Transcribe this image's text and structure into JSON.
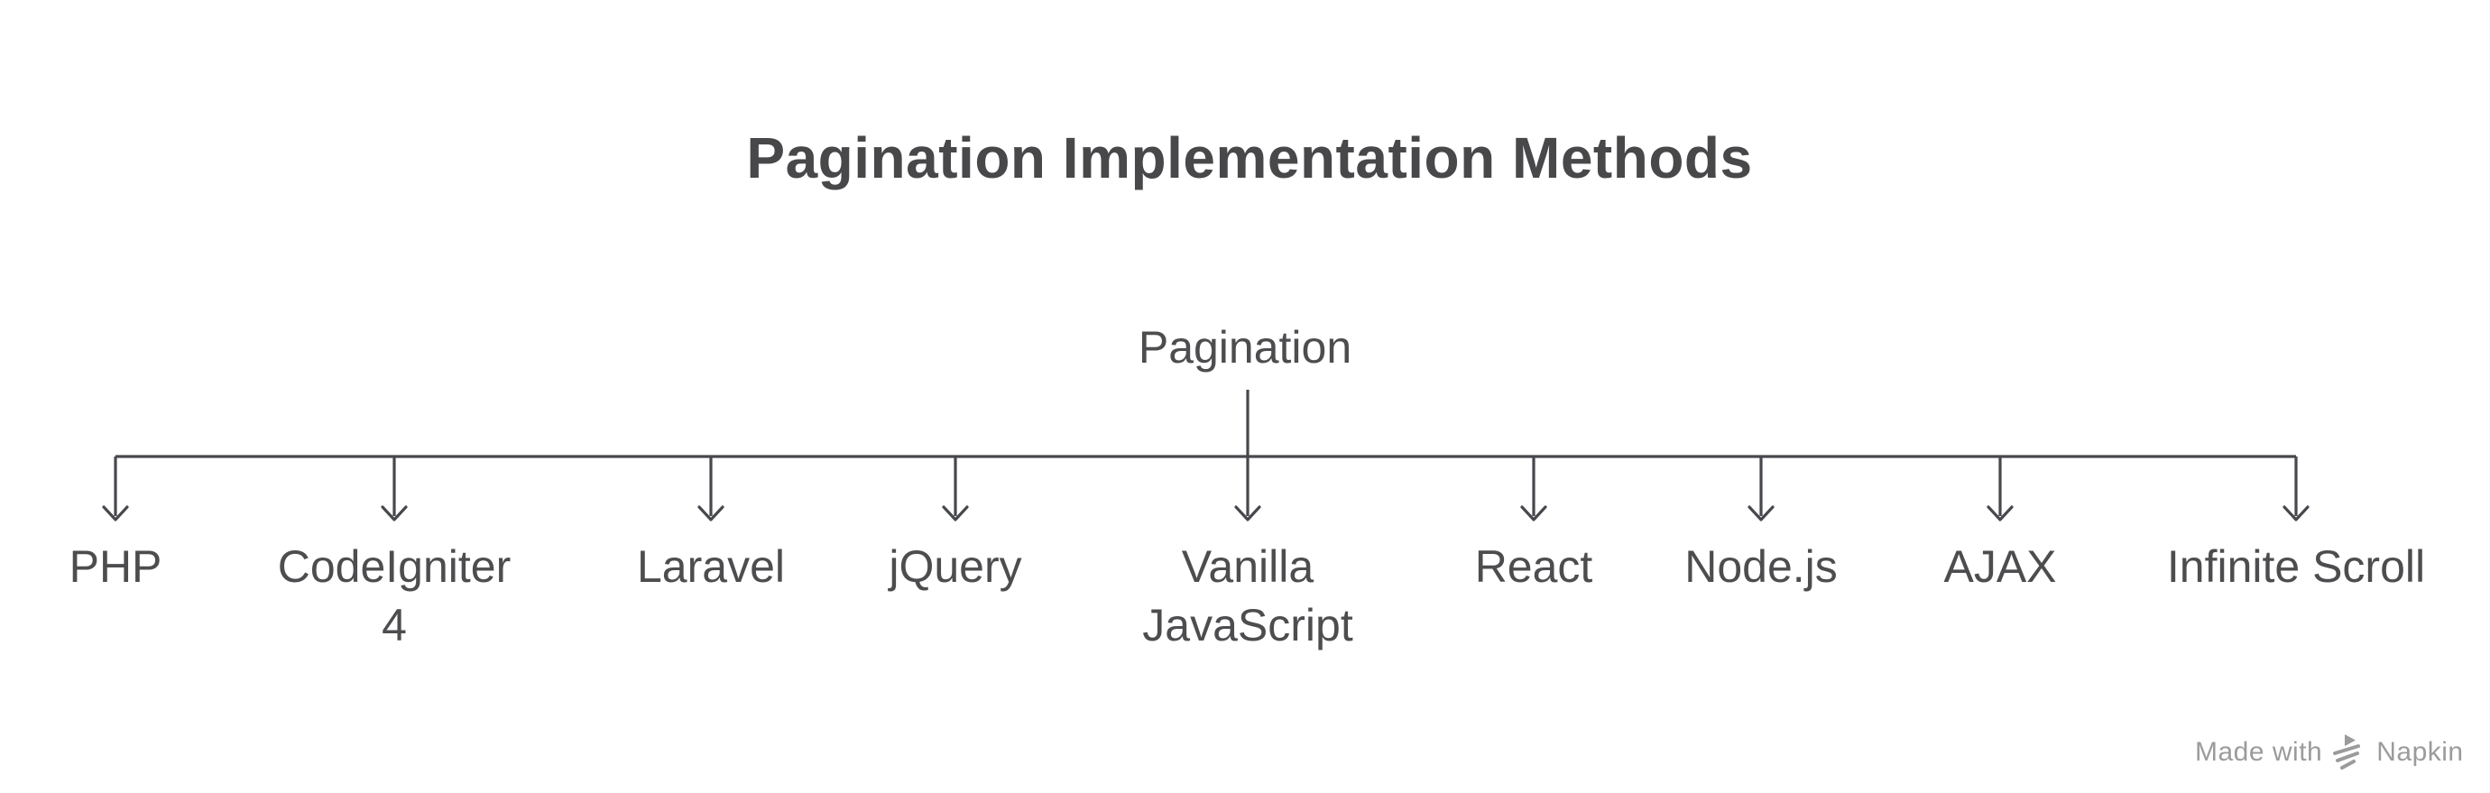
{
  "title": "Pagination Implementation Methods",
  "diagram": {
    "root_label": "Pagination",
    "children": [
      {
        "label": "PHP",
        "lines": [
          "PHP"
        ]
      },
      {
        "label": "CodeIgniter 4",
        "lines": [
          "CodeIgniter",
          "4"
        ]
      },
      {
        "label": "Laravel",
        "lines": [
          "Laravel"
        ]
      },
      {
        "label": "jQuery",
        "lines": [
          "jQuery"
        ]
      },
      {
        "label": "Vanilla JavaScript",
        "lines": [
          "Vanilla",
          "JavaScript"
        ]
      },
      {
        "label": "React",
        "lines": [
          "React"
        ]
      },
      {
        "label": "Node.js",
        "lines": [
          "Node.js"
        ]
      },
      {
        "label": "AJAX",
        "lines": [
          "AJAX"
        ]
      },
      {
        "label": "Infinite Scroll",
        "lines": [
          "Infinite Scroll"
        ]
      }
    ]
  },
  "watermark": {
    "prefix": "Made with",
    "brand": "Napkin",
    "logo_icon": "napkin-logo-icon"
  },
  "colors": {
    "background": "#ffffff",
    "title_text": "#48484b",
    "node_text": "#4d4d50",
    "connector": "#47484d",
    "watermark_text": "#9b9b9b"
  }
}
